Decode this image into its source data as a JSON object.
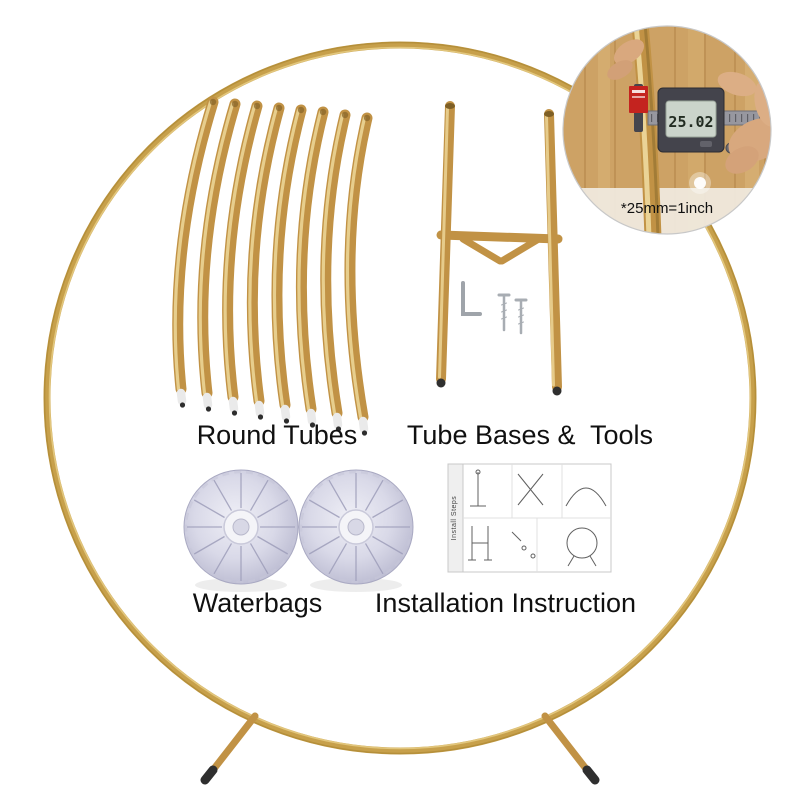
{
  "colors": {
    "gold": "#C19245",
    "gold_highlight": "#EAD291",
    "gold_dark": "#8A672A",
    "waterbag_lavender": "#D9D9E8",
    "caliper_body": "#44444C",
    "caliper_display_bg": "#CBD4CB",
    "sticker_red": "#C4231F",
    "background": "#FFFFFF"
  },
  "labels": {
    "round_tubes": "Round Tubes",
    "tube_bases_tools": "Tube Bases &  Tools",
    "waterbags": "Waterbags",
    "installation_instruction": "Installation Instruction"
  },
  "inset": {
    "note": "*25mm=1inch",
    "caliper_reading": "25.02"
  },
  "panel": {
    "side_text": "Install Steps"
  }
}
